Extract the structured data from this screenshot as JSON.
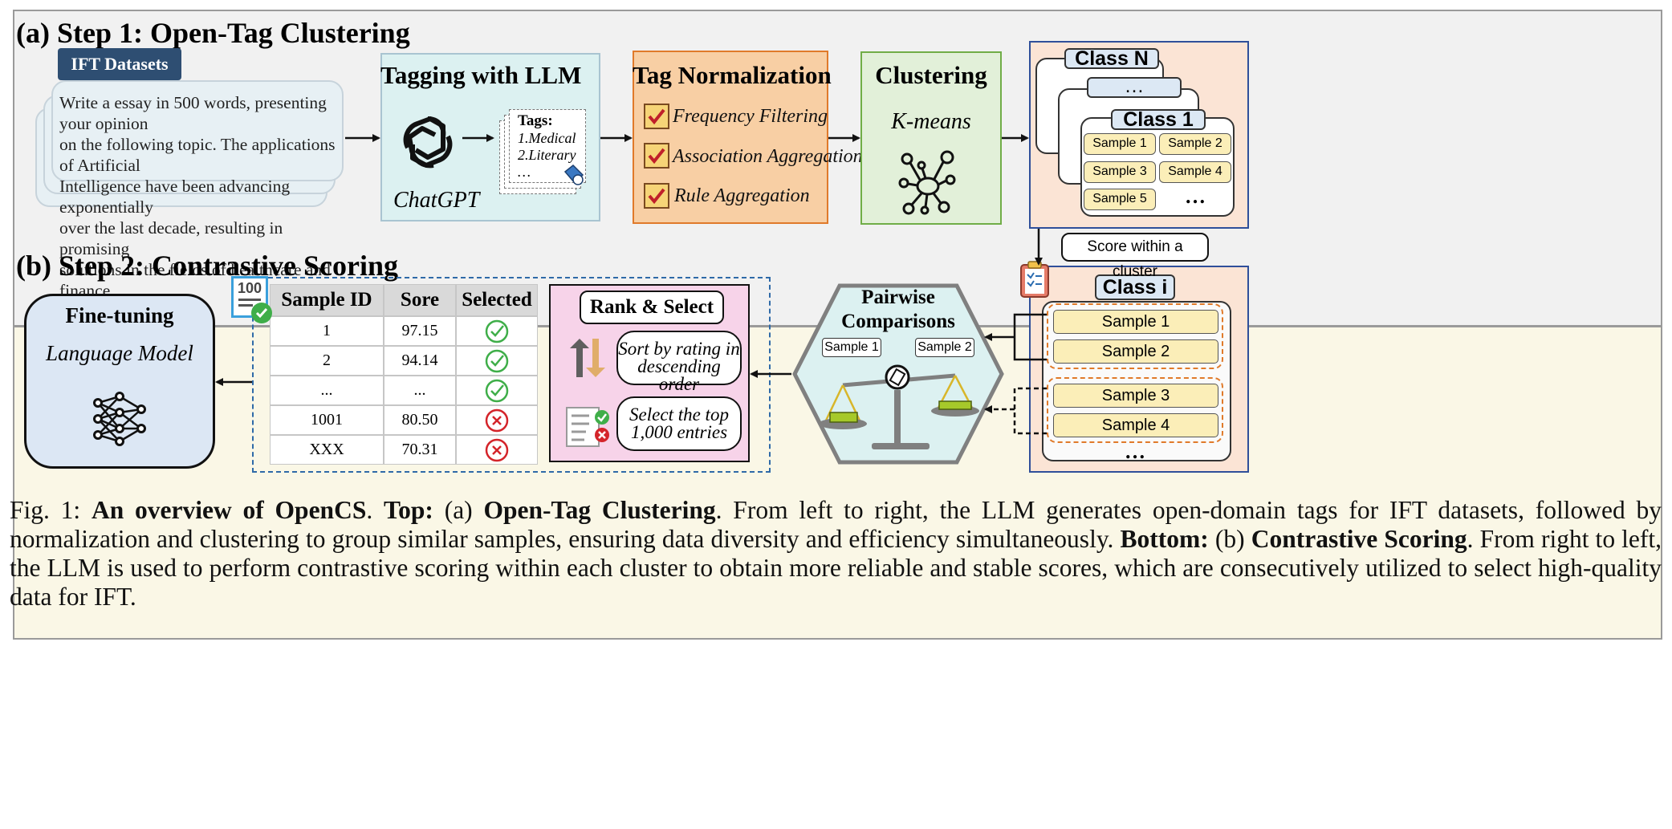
{
  "panel_a": {
    "title": "(a) Step 1: Open-Tag Clustering",
    "datasets": {
      "badge": "IFT Datasets",
      "lines": [
        "Write a essay in 500 words, presenting your opinion",
        "on the following topic. The applications of Artificial",
        "Intelligence have been advancing exponentially",
        "over the last decade, resulting in promising",
        "solutions in the fields of healthcare and finance."
      ]
    },
    "tagging": {
      "title": "Tagging with LLM",
      "model": "ChatGPT",
      "tags_header": "Tags:",
      "tags": [
        "1.Medical",
        "2.Literary",
        "…"
      ]
    },
    "normalization": {
      "title": "Tag Normalization",
      "items": [
        "Frequency Filtering",
        "Association Aggregation",
        "Rule Aggregation"
      ]
    },
    "clustering": {
      "title": "Clustering",
      "method": "K-means"
    },
    "classes": {
      "class_n": "Class N",
      "ellipsis": "…",
      "class_1": "Class 1",
      "samples": [
        "Sample 1",
        "Sample 2",
        "Sample 3",
        "Sample 4",
        "Sample 5"
      ],
      "more": "…"
    }
  },
  "panel_b": {
    "title": "(b) Step 2: Contrastive Scoring",
    "score_label": "Score within a cluster",
    "class_i": {
      "title": "Class i",
      "samples": [
        "Sample 1",
        "Sample 2",
        "Sample 3",
        "Sample 4"
      ],
      "more": "…"
    },
    "pairwise": {
      "title_line1": "Pairwise",
      "title_line2": "Comparisons",
      "left": "Sample 1",
      "right": "Sample 2"
    },
    "rank": {
      "title": "Rank & Select",
      "sort_line1": "Sort by rating in",
      "sort_line2": "descending order",
      "select_line1": "Select the top",
      "select_line2": "1,000 entries"
    },
    "badge_number": "100",
    "table": {
      "headers": [
        "Sample ID",
        "Sore",
        "Selected"
      ],
      "rows": [
        {
          "id": "1",
          "score": "97.15",
          "selected": true
        },
        {
          "id": "2",
          "score": "94.14",
          "selected": true
        },
        {
          "id": "...",
          "score": "...",
          "selected": true
        },
        {
          "id": "1001",
          "score": "80.50",
          "selected": false
        },
        {
          "id": "XXX",
          "score": "70.31",
          "selected": false
        }
      ]
    },
    "finetune": {
      "title": "Fine-tuning",
      "subtitle": "Language Model"
    }
  },
  "caption": {
    "fig": "Fig. 1:",
    "title": "An overview of OpenCS",
    "top_label": "Top:",
    "a_label": "(a)",
    "a_name": "Open-Tag Clustering",
    "a_text": ". From left to right, the LLM generates open-domain tags for IFT datasets, followed by normalization and clustering to group similar samples, ensuring data diversity and efficiency simultaneously.",
    "bottom_label": "Bottom:",
    "b_label": "(b)",
    "b_name": "Contrastive Scoring",
    "b_text": ". From right to left, the LLM is used to perform contrastive scoring within each cluster to obtain more reliable and stable scores, which are consecutively utilized to select high-quality data for IFT."
  },
  "colors": {
    "panel_a_bg": "#f1f1f1",
    "panel_b_bg": "#faf7e6",
    "tagging_bg": "#dcf1f1",
    "normalization_bg": "#f8cfa4",
    "normalization_border": "#e07a2a",
    "clustering_bg": "#e2f0d9",
    "clustering_border": "#70ad47",
    "class_frame_border": "#2f4f9a",
    "class_frame_bg": "#fbe4d5",
    "rank_bg": "#f7d3e9",
    "finetune_bg": "#dce7f4",
    "sample_fill": "#fbeeb8",
    "check_green": "#3fae49",
    "cross_red": "#d4242a"
  }
}
